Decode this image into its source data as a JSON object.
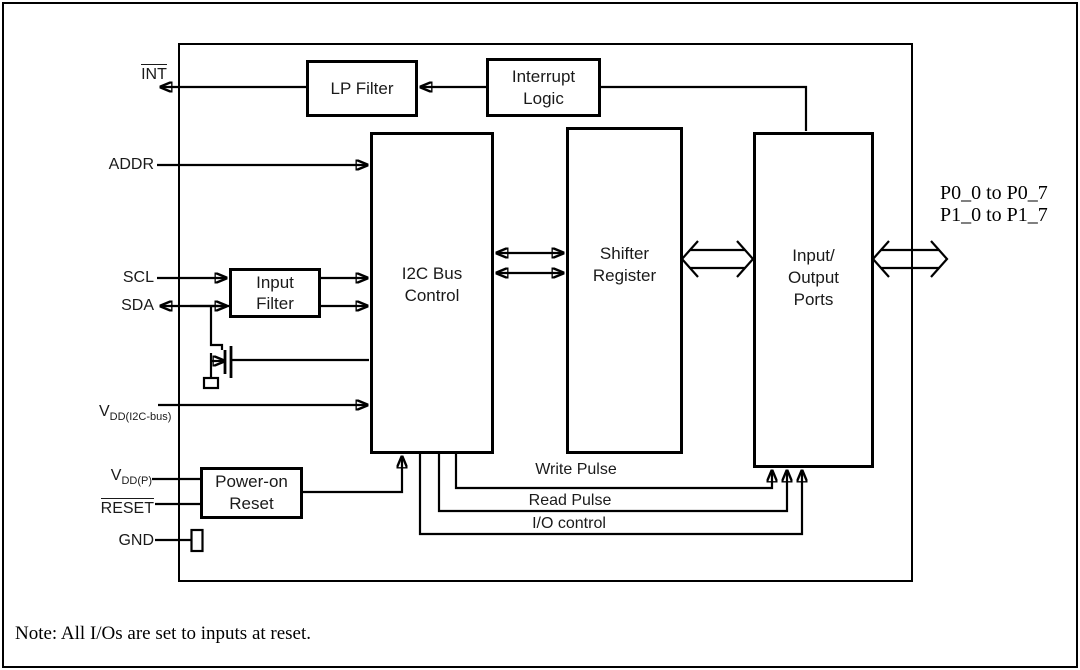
{
  "figure": {
    "note": "Note: All I/Os are set to inputs at reset.",
    "port_range_line1": "P0_0 to P0_7",
    "port_range_line2": "P1_0 to P1_7"
  },
  "blocks": {
    "lp_filter": "LP Filter",
    "interrupt_logic": "Interrupt\nLogic",
    "i2c_bus_control": "I2C Bus\nControl",
    "shifter_register": "Shifter\nRegister",
    "input_output_ports": "Input/\nOutput\nPorts",
    "input_filter": "Input\nFilter",
    "power_on_reset": "Power-on\nReset"
  },
  "pins": {
    "int": "INT",
    "addr": "ADDR",
    "scl": "SCL",
    "sda": "SDA",
    "vdd_i2c_main": "V",
    "vdd_i2c_sub": "DD(I2C-bus)",
    "vdd_p_main": "V",
    "vdd_p_sub": "DD(P)",
    "reset": "RESET",
    "gnd": "GND"
  },
  "signals": {
    "write_pulse": "Write Pulse",
    "read_pulse": "Read Pulse",
    "io_control": "I/O control"
  },
  "colors": {
    "line": "#000000",
    "text": "#1a1a1a",
    "background": "#ffffff"
  }
}
